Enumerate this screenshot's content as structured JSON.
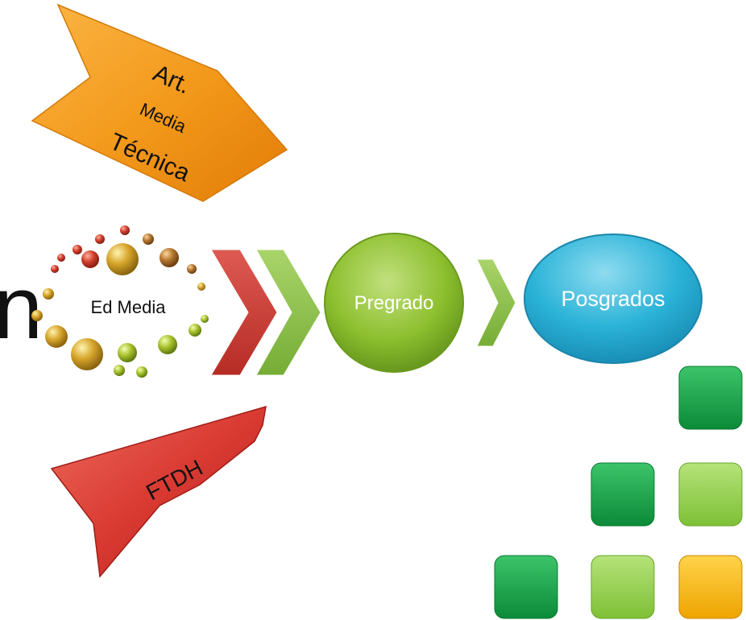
{
  "diagram": {
    "top_arrow": {
      "lines": [
        "Art.",
        "Media",
        "Técnica"
      ],
      "color": "#f39a1c"
    },
    "bottom_arrow": {
      "label": "FTDH",
      "color": "#d93a32"
    },
    "ed_media": {
      "label": "Ed Media"
    },
    "pregrado": {
      "label": "Pregrado",
      "color": "#8cbf2e"
    },
    "posgrados": {
      "label": "Posgrados",
      "color": "#2bb3d8"
    },
    "chevrons": [
      {
        "color": "#cc3b34"
      },
      {
        "color": "#8fc348"
      },
      {
        "color": "#8fc348"
      }
    ],
    "edge_letter": "n",
    "squares": [
      {
        "row": 1,
        "color": "#12a34a"
      },
      {
        "row": 2,
        "color": "#12a34a"
      },
      {
        "row": 2,
        "color": "#8fcf4a"
      },
      {
        "row": 3,
        "color": "#12a34a"
      },
      {
        "row": 3,
        "color": "#8fcf4a"
      },
      {
        "row": 3,
        "color": "#f5b800"
      }
    ]
  }
}
